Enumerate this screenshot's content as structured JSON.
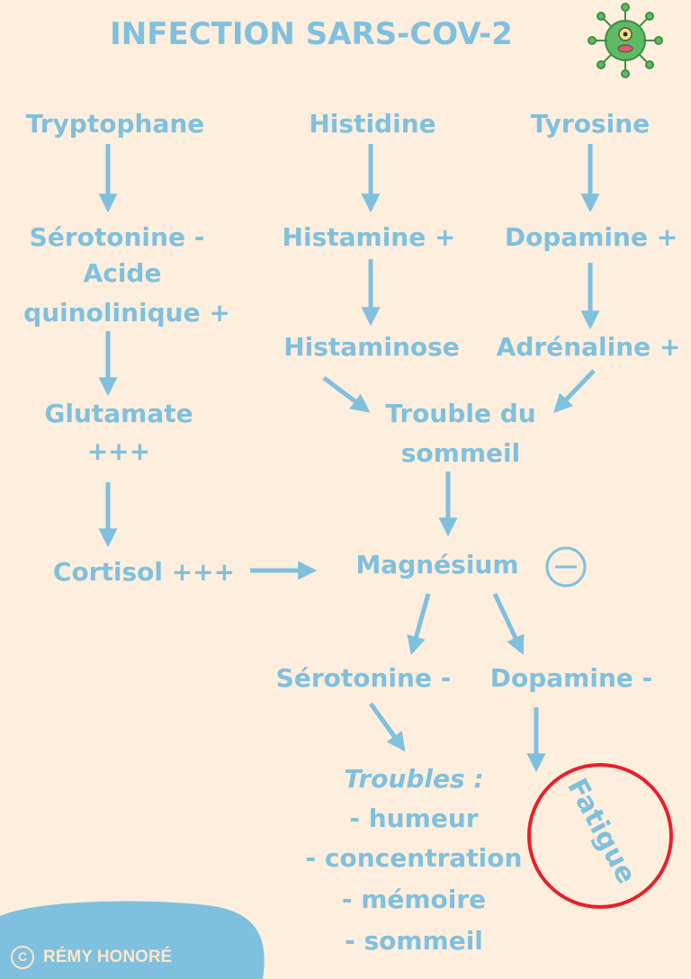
{
  "title": "INFECTION SARS-COV-2",
  "colors": {
    "background": "#fdeedd",
    "text": "#7fc0de",
    "arrow": "#7fc0de",
    "circle": "#e8202a",
    "virus": "#5dbb63"
  },
  "nodes": {
    "tryptophane": "Tryptophane",
    "histidine": "Histidine",
    "tyrosine": "Tyrosine",
    "serotonine_line1": "Sérotonine -",
    "serotonine_line2": "Acide",
    "serotonine_line3": "quinolinique +",
    "histamine": "Histamine +",
    "dopamine_plus": "Dopamine +",
    "histaminose": "Histaminose",
    "adrenaline": "Adrénaline +",
    "glutamate_line1": "Glutamate",
    "glutamate_line2": "+++",
    "trouble_line1": "Trouble du",
    "trouble_line2": "sommeil",
    "cortisol": "Cortisol +++",
    "magnesium": "Magnésium",
    "serotonine_minus": "Sérotonine -",
    "dopamine_minus": "Dopamine -"
  },
  "troubles": {
    "heading": "Troubles :",
    "items": [
      "- humeur",
      "- concentration",
      "- mémoire",
      "- sommeil"
    ]
  },
  "fatigue": "Fatigue",
  "footer": {
    "symbol": "C",
    "author": "RÉMY HONORÉ"
  },
  "icons": {
    "virus": "virus-icon",
    "minus": "minus-circle-icon"
  }
}
